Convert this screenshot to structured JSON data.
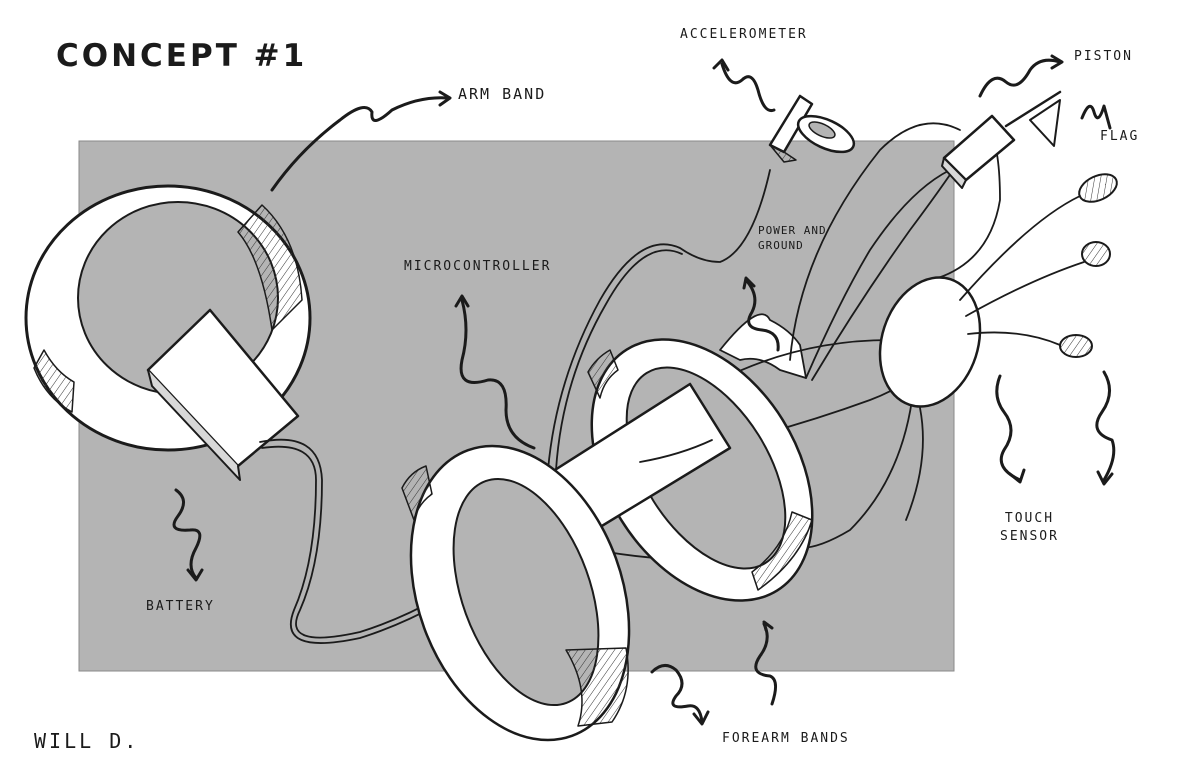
{
  "title": "CONCEPT #1",
  "author": "WILL D.",
  "labels": {
    "arm_band": "ARM BAND",
    "accelerometer": "ACCELEROMETER",
    "piston": "PISTON",
    "flag": "FLAG",
    "microcontroller": "MICROCONTROLLER",
    "power_line1": "POWER AND",
    "power_line2": "GROUND",
    "battery": "BATTERY",
    "touch_line1": "TOUCH",
    "touch_line2": "SENSOR",
    "forearm_bands": "FOREARM BANDS"
  },
  "colors": {
    "ink": "#1b1b1b",
    "panel": "#b4b4b4",
    "paper": "#ffffff"
  }
}
